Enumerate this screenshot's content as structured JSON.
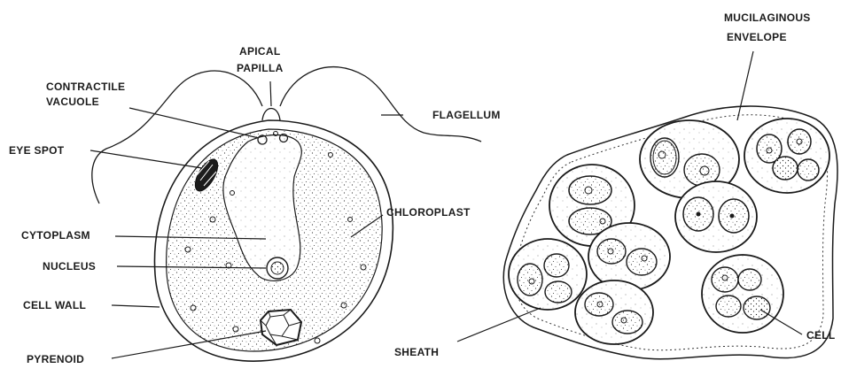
{
  "left_figure": {
    "labels": {
      "apical_papilla_1": "APICAL",
      "apical_papilla_2": "PAPILLA",
      "contractile_vacuole_1": "CONTRACTILE",
      "contractile_vacuole_2": "VACUOLE",
      "flagellum": "FLAGELLUM",
      "eye_spot": "EYE  SPOT",
      "chloroplast": "CHLOROPLAST",
      "cytoplasm": "CYTOPLASM",
      "nucleus": "NUCLEUS",
      "cell_wall": "CELL  WALL",
      "pyrenoid": "PYRENOID"
    }
  },
  "right_figure": {
    "labels": {
      "mucilaginous_envelope_1": "MUCILAGINOUS",
      "mucilaginous_envelope_2": "ENVELOPE",
      "sheath": "SHEATH",
      "cell": "CELL"
    }
  }
}
